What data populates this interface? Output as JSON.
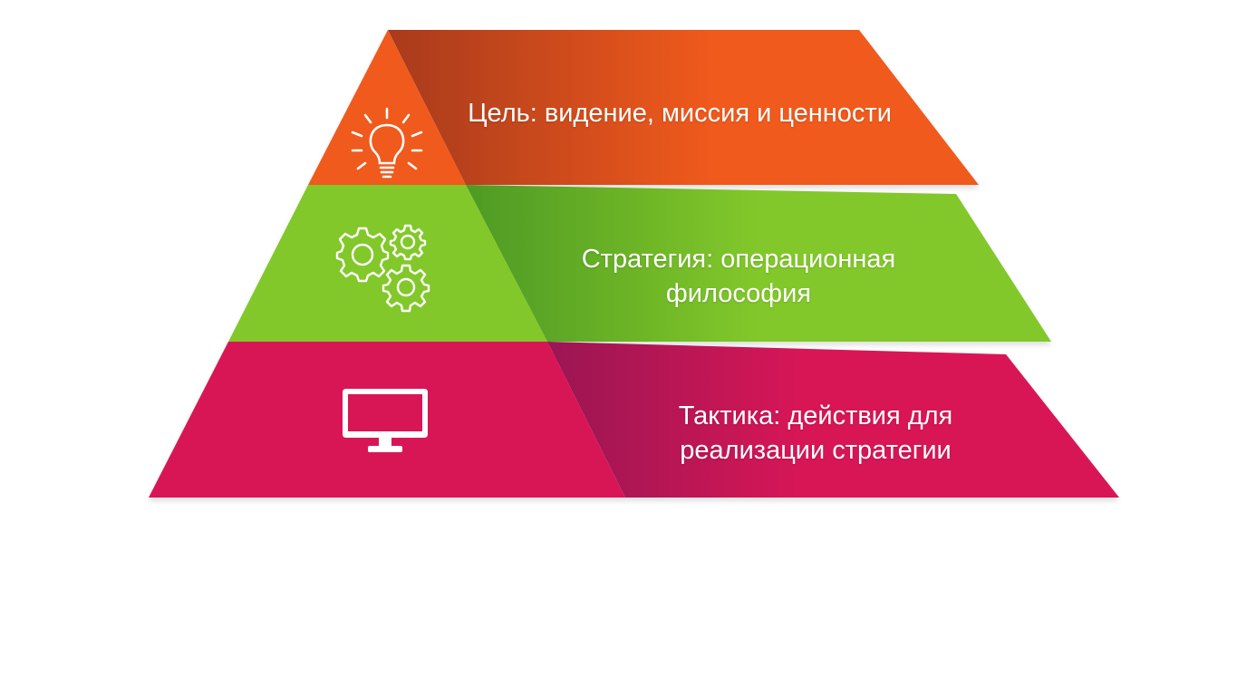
{
  "diagram": {
    "type": "pyramid",
    "tiers": [
      {
        "id": "goal",
        "label_lines": [
          "Цель: видение, миссия и ценности"
        ],
        "icon": "lightbulb-icon",
        "color": "#f05a1e",
        "shadow_color": "#a83a1a"
      },
      {
        "id": "strategy",
        "label_lines": [
          "Стратегия: операционная",
          "философия"
        ],
        "icon": "gears-icon",
        "color": "#82c82a",
        "shadow_color": "#4e9a24"
      },
      {
        "id": "tactics",
        "label_lines": [
          "Тактика: действия для",
          "реализации стратегии"
        ],
        "icon": "monitor-icon",
        "color": "#d81556",
        "shadow_color": "#9a1752"
      }
    ]
  }
}
